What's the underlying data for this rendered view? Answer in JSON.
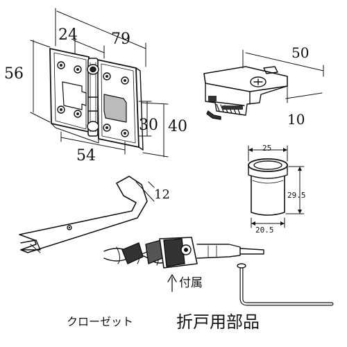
{
  "hinge": {
    "dim_top_small": "24",
    "dim_top_large": "79",
    "dim_height": "56",
    "dim_inner": "30",
    "dim_right": "40",
    "dim_bottom": "54"
  },
  "catch": {
    "dim_length": "50",
    "dim_depth": "10"
  },
  "bushing": {
    "dim_top": "25",
    "dim_height": "29.5",
    "dim_bottom": "20.5"
  },
  "wrench": {
    "dim_opening": "12"
  },
  "accessory_label": "付属",
  "caption": {
    "left": "クローゼット",
    "right": "折戸用部品"
  }
}
